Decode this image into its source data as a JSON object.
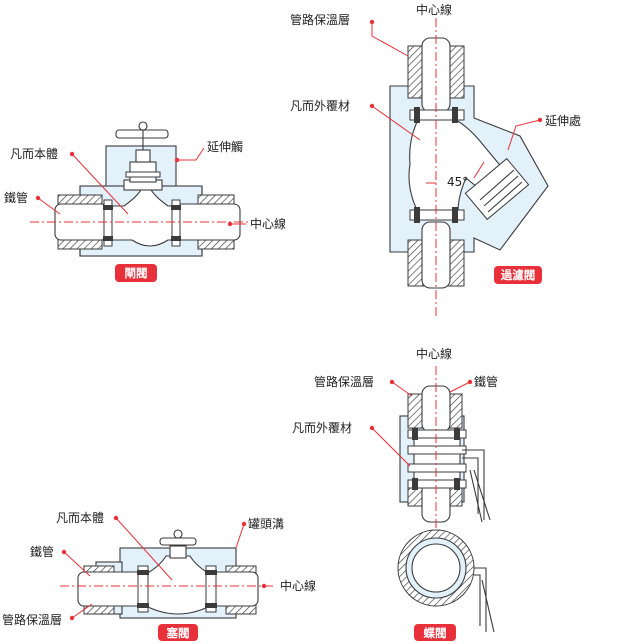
{
  "panels": {
    "gate": {
      "title": "閘閥",
      "labels": {
        "body": "凡而本體",
        "cover": "延伸觸",
        "pipe": "鐵管",
        "center": "中心線"
      }
    },
    "strainer": {
      "title": "過濾閥",
      "labels": {
        "center": "中心線",
        "insulation": "管路保溫層",
        "cover": "凡而外覆材",
        "ext": "延伸處",
        "angle": "45°"
      }
    },
    "globe": {
      "title": "塞閥",
      "labels": {
        "body": "凡而本體",
        "pipe": "鐵管",
        "insulation": "管路保溫層",
        "cover": "罐頭溝",
        "center": "中心線"
      }
    },
    "butterfly": {
      "title": "蝶閥",
      "labels": {
        "center": "中心線",
        "insulation": "管路保溫層",
        "pipe": "鐵管",
        "cover": "凡而外覆材"
      }
    }
  },
  "colors": {
    "accent": "#e8303a",
    "jacket": "#e3f1fb",
    "line": "#3b3b3b"
  }
}
